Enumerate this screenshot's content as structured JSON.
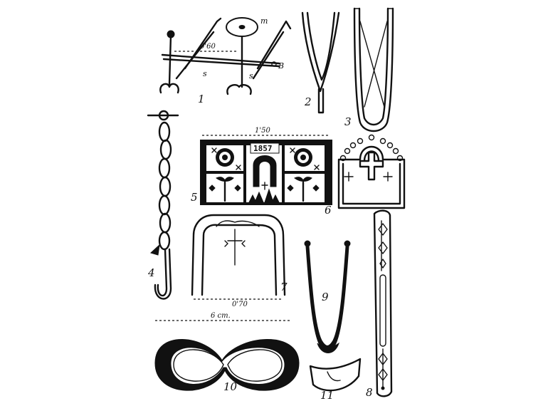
{
  "figures": {
    "fig1": {
      "number": "1",
      "measure": "0'60",
      "letters": {
        "m": "m",
        "s_left": "s",
        "s_right": "s",
        "b": "B"
      }
    },
    "fig2": {
      "number": "2"
    },
    "fig3": {
      "number": "3"
    },
    "fig4": {
      "number": "4"
    },
    "fig5": {
      "number": "5",
      "measure": "1'50",
      "date": "1857"
    },
    "fig6": {
      "number": "6"
    },
    "fig7": {
      "number": "7",
      "measure": "0'70"
    },
    "fig8": {
      "number": "8"
    },
    "fig9": {
      "number": "9"
    },
    "fig10": {
      "number": "10",
      "measure": "6 cm."
    },
    "fig11": {
      "number": "11"
    }
  }
}
